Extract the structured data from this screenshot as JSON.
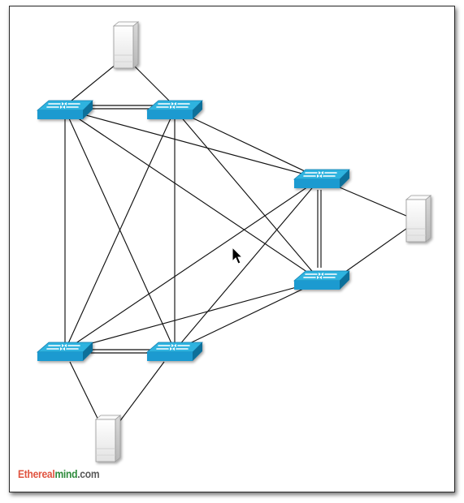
{
  "watermark": {
    "part1": "Ethereal",
    "part2": "mind",
    "part3": ".com"
  },
  "colors": {
    "switch_top": "#2fb3df",
    "switch_front": "#1a9ad0",
    "switch_side": "#0f6f9a",
    "server_body": "#f4f4f4",
    "link": "#111111"
  },
  "icons": [
    "network-switch-icon",
    "server-icon",
    "mouse-pointer-icon"
  ]
}
